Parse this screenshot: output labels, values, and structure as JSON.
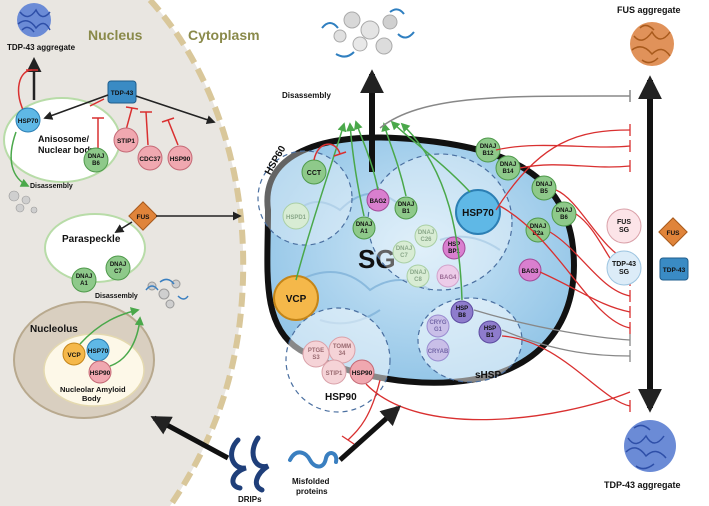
{
  "regions": {
    "nucleus": "Nucleus",
    "cytoplasm": "Cytoplasm",
    "nucleolus": "Nucleolus",
    "paraspeckle": "Paraspeckle",
    "anisosome": [
      "Anisosome/",
      "Nuclear body"
    ],
    "nucleolar_body": [
      "Nucleolar Amyloid",
      "Body"
    ],
    "sg": "SG"
  },
  "labels": {
    "tdp43_aggregate_tl": "TDP-43 aggregate",
    "tdp43_aggregate_br": "TDP-43 aggregate",
    "fus_aggregate": "FUS aggregate",
    "disassembly_left": "Disassembly",
    "disassembly_mid": "Disassembly",
    "disassembly_top": "Disassembly",
    "drips": "DRIPs",
    "misfolded": [
      "Misfolded",
      "proteins"
    ]
  },
  "groups": {
    "hsp60": "HSP60",
    "hsp90": "HSP90",
    "shsp": "sHSP"
  },
  "proteins": {
    "hsp70_nuc": "HSP70",
    "tdp43_nuc": "TDP-43",
    "stip1_nuc": "STIP1",
    "cdc37": "CDC37",
    "hsp90_nuc": "HSP90",
    "dnajb6_nuc": [
      "DNAJ",
      "B6"
    ],
    "fus_nuc": "FUS",
    "dnaja1_nuc": [
      "DNAJ",
      "A1"
    ],
    "dnajc7_nuc": [
      "DNAJ",
      "C7"
    ],
    "vcp_nuc": "VCP",
    "hsp70_nuo": "HSP70",
    "hsp90_nuo": "HSP90",
    "cct": "CCT",
    "hspd1": "HSPD1",
    "vcp_sg": "VCP",
    "bag2": "BAG2",
    "dnaja1_sg": [
      "DNAJ",
      "A1"
    ],
    "dnajb1": [
      "DNAJ",
      "B1"
    ],
    "dnajc26": [
      "DNAJ",
      "C26"
    ],
    "dnajc7_sg": [
      "DNAJ",
      "C7"
    ],
    "hspbp1": [
      "HSP",
      "BP1"
    ],
    "bag4": "BAG4",
    "dnajc8": [
      "DNAJ",
      "C8"
    ],
    "hsp70_sg": "HSP70",
    "bag3": "BAG3",
    "dnajb12": [
      "DNAJ",
      "B12"
    ],
    "dnajb14": [
      "DNAJ",
      "B14"
    ],
    "dnajb5": [
      "DNAJ",
      "B5"
    ],
    "dnajb6_sg": [
      "DNAJ",
      "B6"
    ],
    "dnajb2a": [
      "DNAJ",
      "B2a"
    ],
    "ptges3": [
      "PTGE",
      "S3"
    ],
    "tomm34": [
      "TOMM",
      "34"
    ],
    "stip1_sg": "STIP1",
    "hsp90_sg": "HSP90",
    "cryag1": [
      "CRYG",
      "G1"
    ],
    "cryab": "CRYAB",
    "hspb8": [
      "HSP",
      "B8"
    ],
    "hspb1": [
      "HSP",
      "B1"
    ],
    "fus_sg": [
      "FUS",
      "SG"
    ],
    "tdp43_sg": [
      "TDP-43",
      "SG"
    ],
    "fus_right": "FUS",
    "tdp43_right": "TDP-43"
  },
  "colors": {
    "nucleus_bg": "#e9e6e1",
    "green": "#8ec98a",
    "red_pink": "#f0a8b0",
    "blue": "#5fb8e6",
    "magenta": "#d97fcf",
    "purple": "#8e7ccc",
    "orange": "#f5b84a",
    "sg_fill": "#9fcdea",
    "inhibit": "#d93030",
    "activate": "#4aa84a"
  }
}
